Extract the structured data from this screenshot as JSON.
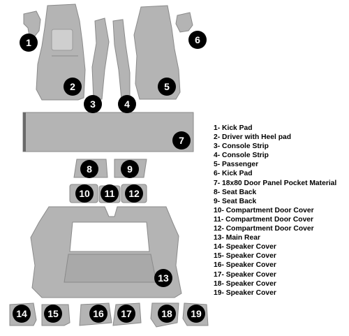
{
  "badges": [
    "1",
    "2",
    "3",
    "4",
    "5",
    "6",
    "7",
    "8",
    "9",
    "10",
    "11",
    "12",
    "13",
    "14",
    "15",
    "16",
    "17",
    "18",
    "19"
  ],
  "legend": [
    "1- Kick Pad",
    "2- Driver with Heel pad",
    "3- Console Strip",
    "4- Console Strip",
    "5- Passenger",
    "6- Kick Pad",
    "7- 18x80 Door Panel Pocket Material",
    "8- Seat Back",
    "9- Seat Back",
    "10- Compartment Door Cover",
    "11- Compartment Door Cover",
    "12- Compartment Door Cover",
    "13- Main Rear",
    "14- Speaker Cover",
    "15- Speaker Cover",
    "16- Speaker Cover",
    "17- Speaker Cover",
    "18- Speaker Cover",
    "19- Speaker Cover"
  ],
  "colors": {
    "carpet": "#b4b4b4",
    "badge": "#000000",
    "badge_text": "#ffffff"
  }
}
